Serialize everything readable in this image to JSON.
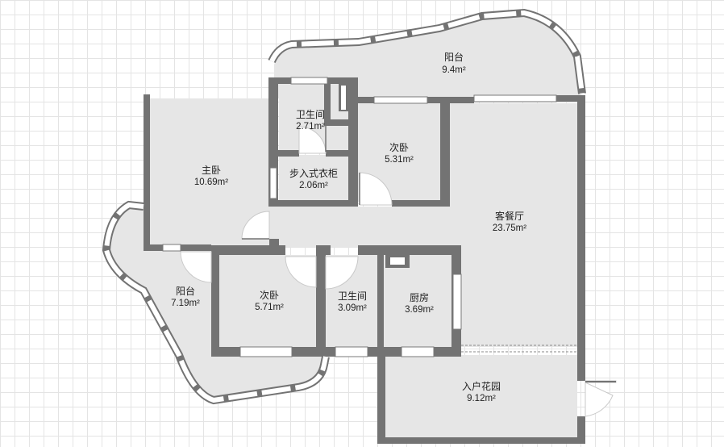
{
  "colors": {
    "floor": "#e6e6e6",
    "wall": "#737373",
    "window": "#ffffff",
    "window_line": "#7a7a7a",
    "text": "#222222"
  },
  "rooms": [
    {
      "id": "balcony-north",
      "name": "阳台",
      "area": "9.4m²"
    },
    {
      "id": "bathroom-north",
      "name": "卫生间",
      "area": "2.71m²"
    },
    {
      "id": "walk-in-closet",
      "name": "步入式衣柜",
      "area": "2.06m²"
    },
    {
      "id": "bedroom-north",
      "name": "次卧",
      "area": "5.31m²"
    },
    {
      "id": "master-bedroom",
      "name": "主卧",
      "area": "10.69m²"
    },
    {
      "id": "living-dining",
      "name": "客餐厅",
      "area": "23.75m²"
    },
    {
      "id": "balcony-west",
      "name": "阳台",
      "area": "7.19m²"
    },
    {
      "id": "bedroom-south",
      "name": "次卧",
      "area": "5.71m²"
    },
    {
      "id": "bathroom-south",
      "name": "卫生间",
      "area": "3.09m²"
    },
    {
      "id": "kitchen",
      "name": "厨房",
      "area": "3.69m²"
    },
    {
      "id": "entry-garden",
      "name": "入户花园",
      "area": "9.12m²"
    }
  ]
}
